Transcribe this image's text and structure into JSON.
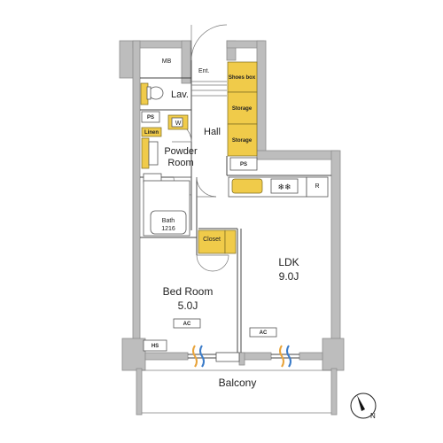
{
  "rooms": {
    "mb": "MB",
    "ent": "Ent.",
    "shoes_box": "Shoes box",
    "storage_1": "Storage",
    "storage_2": "Storage",
    "lav": "Lav.",
    "ps_1": "PS",
    "w": "W",
    "linen": "Linen",
    "hall": "Hall",
    "powder_room": [
      "Powder",
      "Room"
    ],
    "ps_2": "PS",
    "r": "R",
    "bath": [
      "Bath",
      "1216"
    ],
    "closet": "Closet",
    "ldk": [
      "LDK",
      "9.0J"
    ],
    "bed_room": [
      "Bed Room",
      "5.0J"
    ],
    "ac_1": "AC",
    "ac_2": "AC",
    "hs": "HS",
    "balcony": "Balcony"
  },
  "compass": {
    "north": "N"
  },
  "colors": {
    "wall": "#bdbdbd",
    "storage_fill": "#f0cb4a",
    "line": "#444444",
    "airflow_orange": "#e8a33a",
    "airflow_blue": "#3a7bc8"
  }
}
